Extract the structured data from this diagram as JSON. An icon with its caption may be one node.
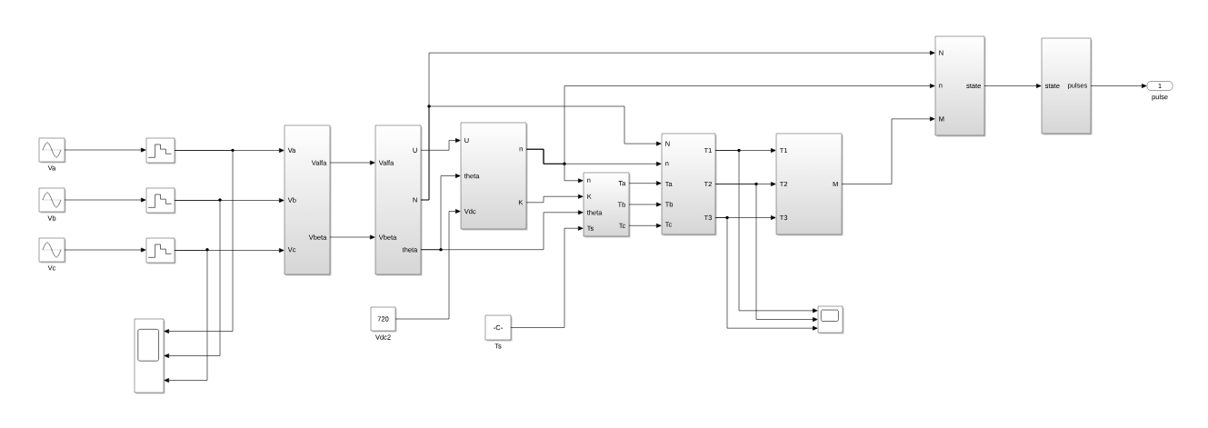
{
  "diagram": {
    "nodes": [
      {
        "text": [],
        "shape": "box",
        "beside": [
          "Va"
        ]
      },
      {
        "text": [],
        "shape": "box",
        "beside": [
          "Vb"
        ]
      },
      {
        "text": [],
        "shape": "box",
        "beside": [
          "Vc"
        ]
      },
      {
        "text": [],
        "shape": "box"
      },
      {
        "text": [],
        "shape": "box"
      },
      {
        "text": [],
        "shape": "box"
      },
      {
        "text": [],
        "shape": "box"
      },
      {
        "text": [
          "Va",
          "Vb",
          "Vc",
          "Valfa",
          "Vbeta"
        ]
      },
      {
        "text": [
          "Valfa",
          "Vbeta",
          "U",
          "N",
          "theta"
        ]
      },
      {
        "text": [
          "720"
        ],
        "beside": [
          "Vdc2"
        ]
      },
      {
        "text": [
          "U",
          "theta",
          "Vdc",
          "n",
          "K"
        ]
      },
      {
        "text": [
          "-C-"
        ],
        "beside": [
          "Ts"
        ]
      },
      {
        "text": [
          "n",
          "K",
          "theta",
          "Ts",
          "Ta",
          "Tb",
          "Tc"
        ]
      },
      {
        "text": [
          "N",
          "n",
          "Ta",
          "Tb",
          "Tc",
          "T1",
          "T2",
          "T3"
        ]
      },
      {
        "text": [
          "T1",
          "T2",
          "T3",
          "M"
        ]
      },
      {
        "text": [],
        "shape": "box"
      },
      {
        "text": [
          "N",
          "n",
          "M",
          "state"
        ]
      },
      {
        "text": [
          "state",
          "pulses"
        ]
      },
      {
        "text": [
          "1"
        ],
        "beside": [
          "pulse"
        ]
      }
    ],
    "edges": [
      {
        "from": 0,
        "to": 3,
        "arrow": "to"
      },
      {
        "from": 1,
        "to": 4,
        "arrow": "to"
      },
      {
        "from": 2,
        "to": 5,
        "arrow": "to"
      },
      {
        "from": 3,
        "to": 7,
        "arrow": "to"
      },
      {
        "from": 3,
        "to": 6,
        "arrow": "to"
      },
      {
        "from": 4,
        "to": 7,
        "arrow": "to"
      },
      {
        "from": 4,
        "to": 6,
        "arrow": "to"
      },
      {
        "from": 5,
        "to": 7,
        "arrow": "to"
      },
      {
        "from": 5,
        "to": 6,
        "arrow": "to"
      },
      {
        "from": 7,
        "to": 8,
        "arrow": "to"
      },
      {
        "from": 7,
        "to": 8,
        "arrow": "to"
      },
      {
        "from": 8,
        "to": 10,
        "arrow": "to"
      },
      {
        "from": 8,
        "to": 16,
        "arrow": "to"
      },
      {
        "from": 8,
        "to": 13,
        "arrow": "to"
      },
      {
        "from": 8,
        "to": 10,
        "arrow": "to"
      },
      {
        "from": 8,
        "to": 12,
        "arrow": "to"
      },
      {
        "from": 9,
        "to": 10,
        "arrow": "to"
      },
      {
        "from": 10,
        "to": 13,
        "arrow": "to"
      },
      {
        "from": 10,
        "to": 12,
        "arrow": "to"
      },
      {
        "from": 10,
        "to": 16,
        "arrow": "to"
      },
      {
        "from": 10,
        "to": 12,
        "arrow": "to"
      },
      {
        "from": 11,
        "to": 12,
        "arrow": "to"
      },
      {
        "from": 12,
        "to": 13,
        "arrow": "to"
      },
      {
        "from": 12,
        "to": 13,
        "arrow": "to"
      },
      {
        "from": 12,
        "to": 13,
        "arrow": "to"
      },
      {
        "from": 13,
        "to": 14,
        "arrow": "to"
      },
      {
        "from": 13,
        "to": 15,
        "arrow": "to"
      },
      {
        "from": 13,
        "to": 14,
        "arrow": "to"
      },
      {
        "from": 13,
        "to": 15,
        "arrow": "to"
      },
      {
        "from": 13,
        "to": 14,
        "arrow": "to"
      },
      {
        "from": 13,
        "to": 15,
        "arrow": "to"
      },
      {
        "from": 14,
        "to": 16,
        "arrow": "to"
      },
      {
        "from": 16,
        "to": 17,
        "arrow": "to"
      },
      {
        "from": 17,
        "to": 18,
        "arrow": "to"
      }
    ]
  }
}
